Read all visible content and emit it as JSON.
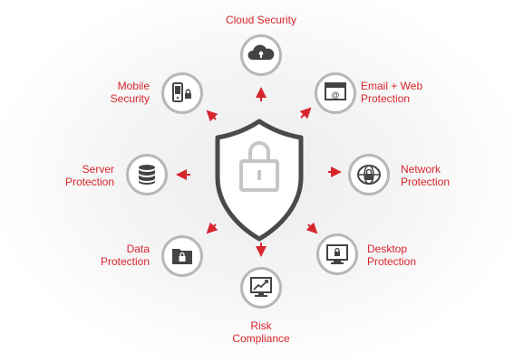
{
  "colors": {
    "accent": "#d7252c",
    "ring": "#b7b7b7",
    "icon": "#444444"
  },
  "center": {
    "icon": "shield-lock-icon"
  },
  "nodes": [
    {
      "id": "cloud",
      "icon": "cloud-lock-icon",
      "lines": [
        "Cloud Security"
      ]
    },
    {
      "id": "email",
      "icon": "browser-email-icon",
      "lines": [
        "Email + Web",
        "Protection"
      ]
    },
    {
      "id": "network",
      "icon": "globe-lock-icon",
      "lines": [
        "Network",
        "Protection"
      ]
    },
    {
      "id": "desktop",
      "icon": "monitor-lock-icon",
      "lines": [
        "Desktop",
        "Protection"
      ]
    },
    {
      "id": "risk",
      "icon": "chart-monitor-icon",
      "lines": [
        "Risk",
        "Compliance"
      ]
    },
    {
      "id": "data",
      "icon": "folder-lock-icon",
      "lines": [
        "Data",
        "Protection"
      ]
    },
    {
      "id": "server",
      "icon": "database-icon",
      "lines": [
        "Server",
        "Protection"
      ]
    },
    {
      "id": "mobile",
      "icon": "phone-lock-icon",
      "lines": [
        "Mobile",
        "Security"
      ]
    }
  ]
}
